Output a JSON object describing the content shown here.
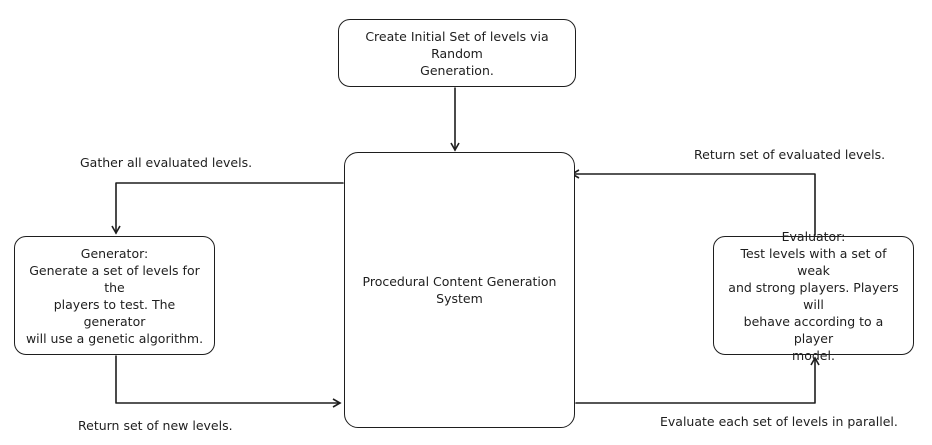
{
  "nodes": {
    "init": {
      "lines": [
        "Create Initial Set of levels via Random",
        "Generation."
      ]
    },
    "pcg": {
      "lines": [
        "Procedural Content Generation",
        "System"
      ]
    },
    "generator": {
      "lines": [
        "Generator:",
        "Generate a set of levels for the",
        "players to test. The generator",
        "will use a genetic algorithm."
      ]
    },
    "evaluator": {
      "lines": [
        "Evaluator:",
        "Test levels with a set of weak",
        "and strong players. Players will",
        "behave according to a player",
        "model."
      ]
    }
  },
  "edges": {
    "gather": "Gather all evaluated levels.",
    "return_evaluated": "Return set of evaluated levels.",
    "return_new": "Return set of new levels.",
    "evaluate_parallel": "Evaluate each set of levels in parallel."
  }
}
